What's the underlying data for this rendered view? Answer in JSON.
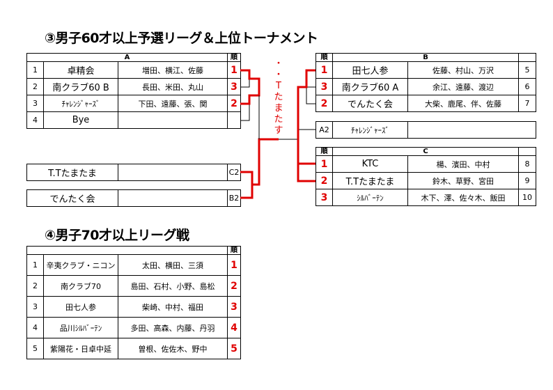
{
  "section3": {
    "title": "③男子60才以上予選リーグ＆上位トーナメント",
    "groupA": {
      "header": "A",
      "rank_header": "順",
      "rows": [
        {
          "no": "1",
          "team": "卓精会",
          "members": "増田、横江、佐藤",
          "rank": "1"
        },
        {
          "no": "2",
          "team": "南クラブ60 B",
          "members": "長田、米田、丸山",
          "rank": "3"
        },
        {
          "no": "3",
          "team": "ﾁｬﾚﾝｼﾞｬｰｽﾞ",
          "members": "下田、遠藤、張、関",
          "rank": "2"
        },
        {
          "no": "4",
          "team": "Bye",
          "members": "",
          "rank": ""
        }
      ]
    },
    "groupB": {
      "rank_header": "順",
      "header": "B",
      "rows": [
        {
          "rank": "1",
          "team": "田七人参",
          "members": "佐藤、村山、万沢",
          "no": "5"
        },
        {
          "rank": "3",
          "team": "南クラブ60 A",
          "members": "余江、遠藤、渡辺",
          "no": "6"
        },
        {
          "rank": "2",
          "team": "でんたく会",
          "members": "大柴、鹿尾、伴、佐藤",
          "no": "7"
        }
      ]
    },
    "groupC": {
      "rank_header": "順",
      "header": "C",
      "rows": [
        {
          "rank": "1",
          "team": "KTC",
          "members": "楊、濱田、中村",
          "no": "8"
        },
        {
          "rank": "2",
          "team": "T.Tたまたま",
          "members": "鈴木、草野、宮田",
          "no": "9"
        },
        {
          "rank": "3",
          "team": "ｼﾙﾊﾞｰﾃﾝ",
          "members": "木下、澤、佐々木、飯田",
          "no": "10"
        }
      ]
    },
    "bracket": {
      "left1": {
        "team": "T.Tたまたま",
        "seed": "C2"
      },
      "left2": {
        "team": "でんたく会",
        "seed": "B2"
      },
      "right1": {
        "seed": "A2",
        "team": "ﾁｬﾚﾝｼﾞｬｰｽﾞ"
      },
      "winner_chars": [
        "・",
        "・",
        "T",
        "た",
        "ま",
        "た",
        "す"
      ]
    }
  },
  "section4": {
    "title": "④男子70才以上リーグ戦",
    "rank_header": "順",
    "rows": [
      {
        "no": "1",
        "team": "辛夷クラブ・ニコン",
        "members": "太田、横田、三須",
        "rank": "1"
      },
      {
        "no": "2",
        "team": "南クラブ70",
        "members": "島田、石村、小野、島松",
        "rank": "2"
      },
      {
        "no": "3",
        "team": "田七人参",
        "members": "柴崎、中村、福田",
        "rank": "3"
      },
      {
        "no": "4",
        "team": "品川ｼﾙﾊﾞｰﾃﾝ",
        "members": "多田、高森、内藤、丹羽",
        "rank": "4"
      },
      {
        "no": "5",
        "team": "紫陽花・日卓中延",
        "members": "曽根、佐佐木、野中",
        "rank": "5"
      }
    ]
  },
  "colors": {
    "rank": "#e00000",
    "bracket_line": "#e00000",
    "border": "#000000"
  }
}
